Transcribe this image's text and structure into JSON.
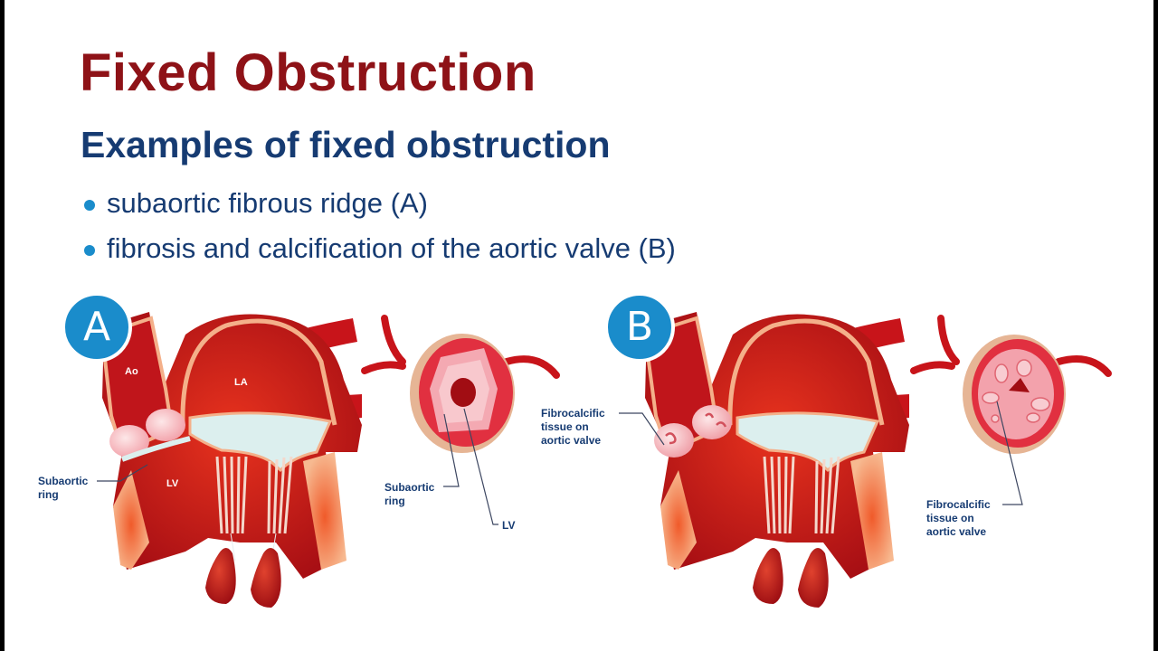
{
  "slide": {
    "title": "Fixed Obstruction",
    "subtitle": "Examples of fixed obstruction",
    "bullets": [
      "subaortic fibrous ridge (A)",
      "fibrosis and calcification of the aortic valve (B)"
    ]
  },
  "figure_a": {
    "badge": "A",
    "chamber_labels": {
      "ao": "Ao",
      "la": "LA",
      "lv": "LV"
    },
    "callout_left": "Subaortic\nring",
    "callout_left_line1": "Subaortic",
    "callout_left_line2": "ring",
    "callout_valve_line1": "Subaortic",
    "callout_valve_line2": "ring",
    "callout_valve_lv": "LV"
  },
  "figure_b": {
    "badge": "B",
    "callout_left_line1": "Fibrocalcific",
    "callout_left_line2": "tissue on",
    "callout_left_line3": "aortic valve",
    "callout_valve_line1": "Fibrocalcific",
    "callout_valve_line2": "tissue on",
    "callout_valve_line3": "aortic valve"
  },
  "colors": {
    "title": "#8e1217",
    "subtitle": "#163b72",
    "bullet_dot": "#1a8ccb",
    "badge": "#1a8ccb",
    "heart_red": "#c8141a",
    "heart_dark": "#9a0e12",
    "wall_peach": "#f6b48c",
    "valve_pale": "#dff0ef"
  }
}
